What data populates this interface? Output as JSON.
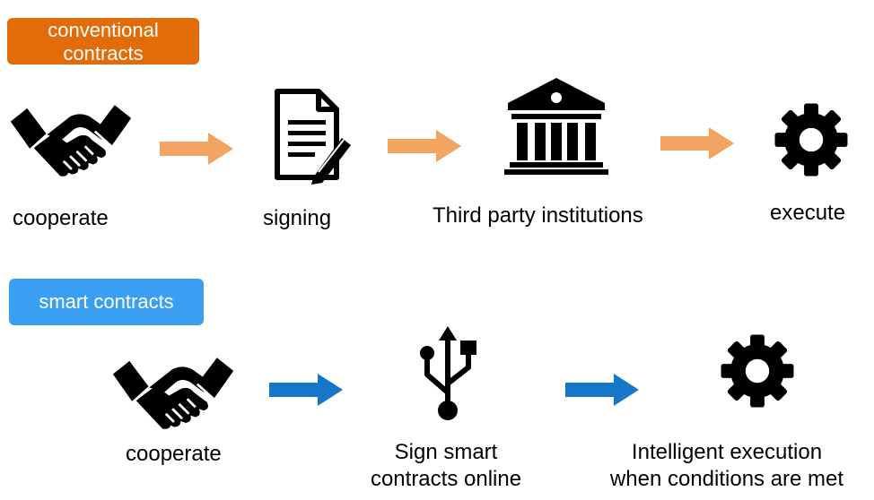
{
  "conventional": {
    "badge_label": "conventional contracts",
    "badge_color": "#e36c0a",
    "arrow_color": "#f3a460",
    "steps": [
      {
        "label": "cooperate",
        "icon": "handshake-icon"
      },
      {
        "label": "signing",
        "icon": "document-pen-icon"
      },
      {
        "label": "Third party institutions",
        "icon": "bank-building-icon"
      },
      {
        "label": "execute",
        "icon": "gear-icon"
      }
    ]
  },
  "smart": {
    "badge_label": "smart contracts",
    "badge_color": "#3a9ff3",
    "arrow_color": "#1677c8",
    "steps": [
      {
        "label": "cooperate",
        "icon": "handshake-icon"
      },
      {
        "label_line1": "Sign smart",
        "label_line2": "contracts online",
        "icon": "usb-icon"
      },
      {
        "label_line1": "Intelligent execution",
        "label_line2": "when conditions are met",
        "icon": "gear-icon"
      }
    ]
  }
}
